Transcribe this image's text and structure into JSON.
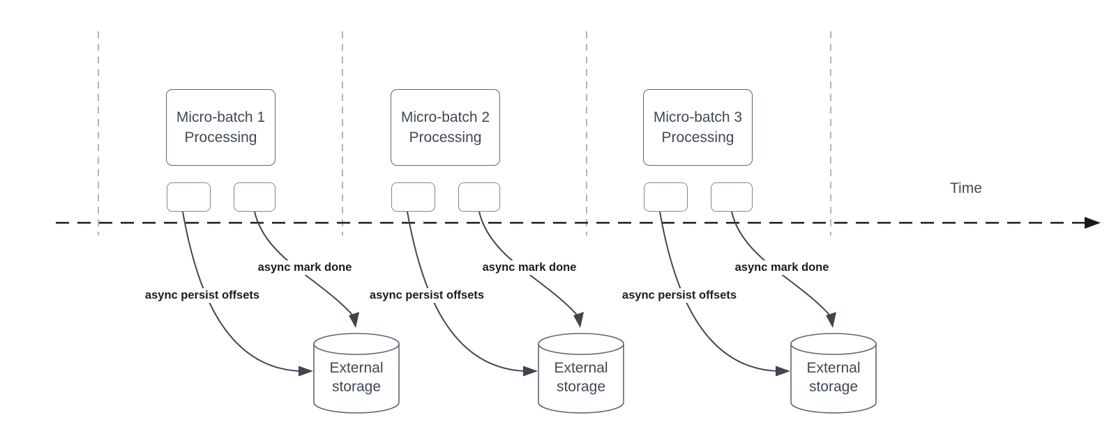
{
  "diagram": {
    "time_label": "Time",
    "groups": [
      {
        "batch_line1": "Micro-batch 1",
        "batch_line2": "Processing",
        "persist_label": "async persist offsets",
        "done_label": "async mark done",
        "storage_line1": "External",
        "storage_line2": "storage"
      },
      {
        "batch_line1": "Micro-batch 2",
        "batch_line2": "Processing",
        "persist_label": "async persist offsets",
        "done_label": "async mark done",
        "storage_line1": "External",
        "storage_line2": "storage"
      },
      {
        "batch_line1": "Micro-batch 3",
        "batch_line2": "Processing",
        "persist_label": "async persist offsets",
        "done_label": "async mark done",
        "storage_line1": "External",
        "storage_line2": "storage"
      }
    ],
    "colors": {
      "background": "#ffffff",
      "axis_line": "#17191c",
      "guide_line": "#b0b4b8",
      "arrow": "#3f4651",
      "shape_stroke": "#5c6570",
      "task_box_stroke": "#80868f",
      "shape_text": "#3f4955",
      "flow_label_text": "#181c24"
    }
  }
}
